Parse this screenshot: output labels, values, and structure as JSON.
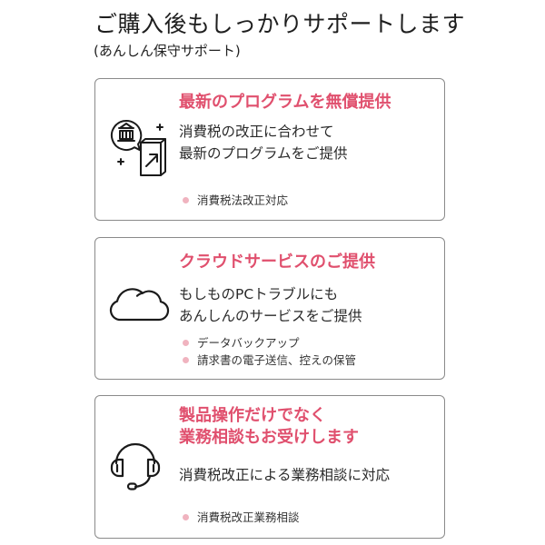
{
  "header": {
    "title": "ご購入後もしっかりサポートします",
    "subtitle": "(あんしん保守サポート)"
  },
  "colors": {
    "accent": "#e0506e",
    "bullet": "#f0b3bf",
    "border": "#8a8a8a",
    "text": "#2a2a2a"
  },
  "cards": [
    {
      "icon": "program-update-icon",
      "heading": "最新のプログラムを無償提供",
      "desc_lines": [
        "消費税の改正に合わせて",
        "最新のプログラムをご提供"
      ],
      "bullets": [
        "消費税法改正対応"
      ]
    },
    {
      "icon": "cloud-icon",
      "heading": "クラウドサービスのご提供",
      "desc_lines": [
        "もしものPCトラブルにも",
        "あんしんのサービスをご提供"
      ],
      "bullets": [
        "データバックアップ",
        "請求書の電子送信、控えの保管"
      ]
    },
    {
      "icon": "headset-icon",
      "heading_lines": [
        "製品操作だけでなく",
        "業務相談もお受けします"
      ],
      "desc_lines": [
        "消費税改正による業務相談に対応"
      ],
      "bullets": [
        "消費税改正業務相談"
      ]
    }
  ]
}
